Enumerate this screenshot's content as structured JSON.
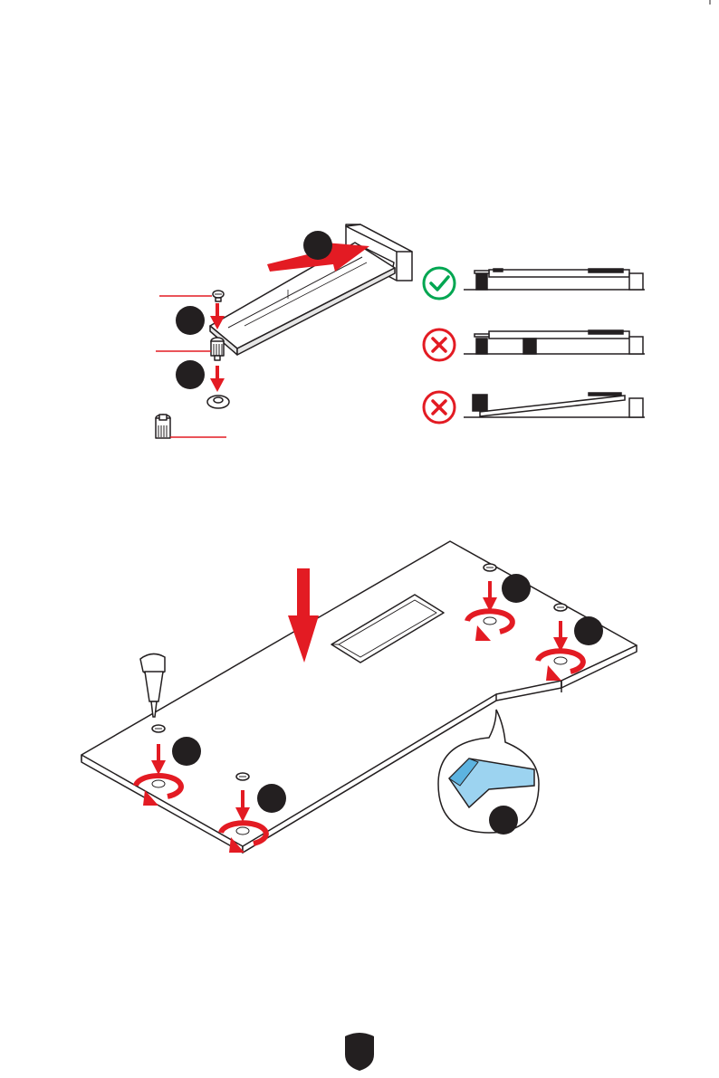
{
  "page": {
    "background": "#ffffff",
    "ink_color": "#231f20",
    "accent_red": "#e31b23",
    "ok_green": "#00a651",
    "tape_blue": "#9cd3f0"
  },
  "icons": {
    "ok": "check-circle-icon",
    "bad": "x-circle-icon",
    "logo": "shield-logo-icon"
  },
  "figure1": {
    "step_badges": [
      "",
      "",
      ""
    ],
    "check_panels": [
      "correct",
      "incorrect",
      "incorrect"
    ]
  },
  "figure2": {
    "step_badges": [
      "",
      "",
      "",
      "",
      ""
    ]
  }
}
